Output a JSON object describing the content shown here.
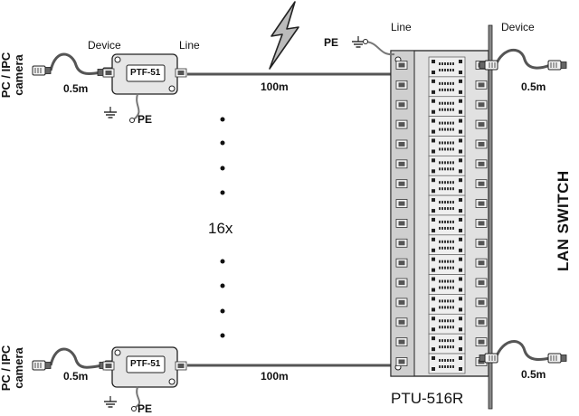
{
  "labels": {
    "camera": [
      "PC / IPC",
      "camera"
    ],
    "device": "Device",
    "line": "Line",
    "pe": "PE",
    "short_cable": "0.5m",
    "long_cable": "100m",
    "count": "16x",
    "device_model": "PTF-51",
    "panel_model": "PTU-516R",
    "lan_switch": "LAN SWITCH"
  },
  "colors": {
    "cable": "#555555",
    "panel": "#d9d9d9",
    "panel_dark": "#9a9a9a",
    "device_body": "#e6e6e6",
    "text": "#111111"
  },
  "icons": [
    "lightning-icon",
    "ground-icon",
    "rj45-plug-icon"
  ]
}
